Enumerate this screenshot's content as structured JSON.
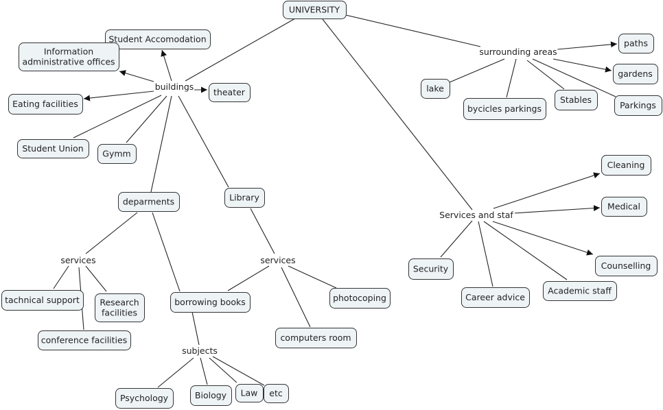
{
  "concepts": {
    "university": {
      "lines": [
        "UNIVERSITY"
      ]
    },
    "student_accomodation": {
      "lines": [
        "Student Accomodation"
      ]
    },
    "information_offices": {
      "lines": [
        "Information",
        "administrative offices"
      ]
    },
    "theater": {
      "lines": [
        "theater"
      ]
    },
    "eating_facilities": {
      "lines": [
        "Eating facilities"
      ]
    },
    "student_union": {
      "lines": [
        "Student Union"
      ]
    },
    "gymm": {
      "lines": [
        "Gymm"
      ]
    },
    "deparments": {
      "lines": [
        "deparments"
      ]
    },
    "library": {
      "lines": [
        "Library"
      ]
    },
    "tachnical_support": {
      "lines": [
        "tachnical support"
      ]
    },
    "research_facilities": {
      "lines": [
        "Research",
        "facilities"
      ]
    },
    "conference_facilities": {
      "lines": [
        "conference facilities"
      ]
    },
    "borrowing_books": {
      "lines": [
        "borrowing books"
      ]
    },
    "photocoping": {
      "lines": [
        "photocoping"
      ]
    },
    "computers_room": {
      "lines": [
        "computers room"
      ]
    },
    "psychology": {
      "lines": [
        "Psychology"
      ]
    },
    "biology": {
      "lines": [
        "Biology"
      ]
    },
    "law": {
      "lines": [
        "Law"
      ]
    },
    "etc": {
      "lines": [
        "etc"
      ]
    },
    "paths": {
      "lines": [
        "paths"
      ]
    },
    "gardens": {
      "lines": [
        "gardens"
      ]
    },
    "lake": {
      "lines": [
        "lake"
      ]
    },
    "bycicles_parkings": {
      "lines": [
        "bycicles parkings"
      ]
    },
    "stables": {
      "lines": [
        "Stables"
      ]
    },
    "parkings": {
      "lines": [
        "Parkings"
      ]
    },
    "cleaning": {
      "lines": [
        "Cleaning"
      ]
    },
    "medical": {
      "lines": [
        "Medical"
      ]
    },
    "counselling": {
      "lines": [
        "Counselling"
      ]
    },
    "security": {
      "lines": [
        "Security"
      ]
    },
    "career_advice": {
      "lines": [
        "Career advice"
      ]
    },
    "academic_staff": {
      "lines": [
        "Academic staff"
      ]
    }
  },
  "linking_phrases": {
    "buildings": "buildings",
    "surrounding_areas": "surrounding areas",
    "services_and_staf": "Services and staf",
    "services_departments": "services",
    "services_library": "services",
    "subjects": "subjects"
  }
}
